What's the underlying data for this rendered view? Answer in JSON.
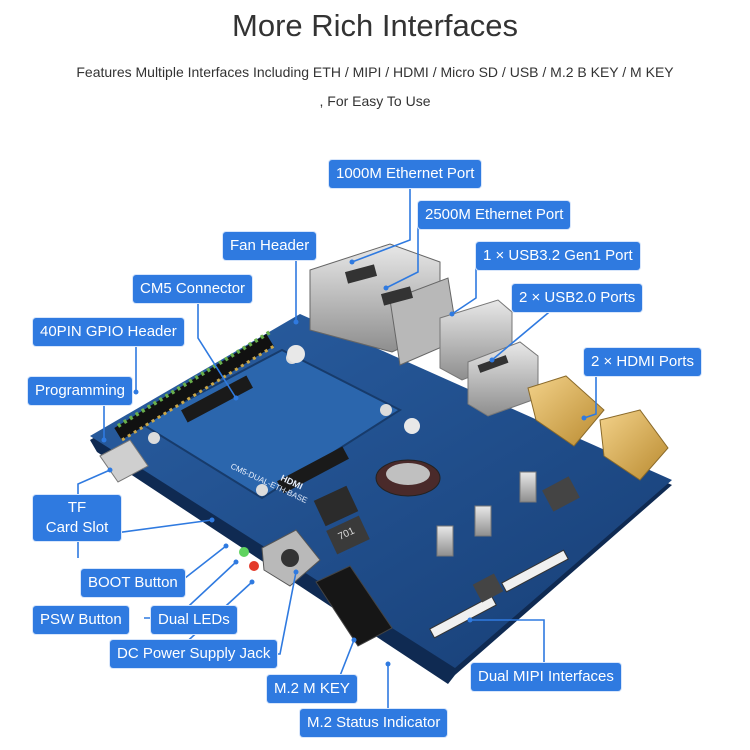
{
  "heading": {
    "title": "More Rich Interfaces",
    "subtitle_line1": "Features Multiple Interfaces Including ETH / MIPI / HDMI / Micro SD / USB / M.2 B KEY / M KEY",
    "subtitle_line2": ", For Easy To Use"
  },
  "callouts": {
    "eth1000": "1000M Ethernet Port",
    "eth2500": "2500M Ethernet Port",
    "fan": "Fan Header",
    "usb32": "1 × USB3.2 Gen1 Port",
    "cm5": "CM5 Connector",
    "usb20": "2 × USB2.0 Ports",
    "gpio": "40PIN GPIO Header",
    "hdmi": "2 × HDMI Ports",
    "programming": "Programming",
    "tf_line1": "TF",
    "tf_line2": "Card Slot",
    "boot": "BOOT Button",
    "psw": "PSW Button",
    "leds": "Dual LEDs",
    "dc": "DC Power Supply Jack",
    "m2": "M.2 M KEY",
    "mipi": "Dual MIPI Interfaces",
    "m2status": "M.2 Status Indicator"
  },
  "silkscreen": {
    "brand": "CM5-DUAL-ETH-BASE",
    "hdmi_mark": "HDMI",
    "inductor": "701"
  },
  "colors": {
    "label_bg": "#2f7ae0",
    "board_blue": "#1f4f8f",
    "module_blue": "#2a64a8"
  }
}
